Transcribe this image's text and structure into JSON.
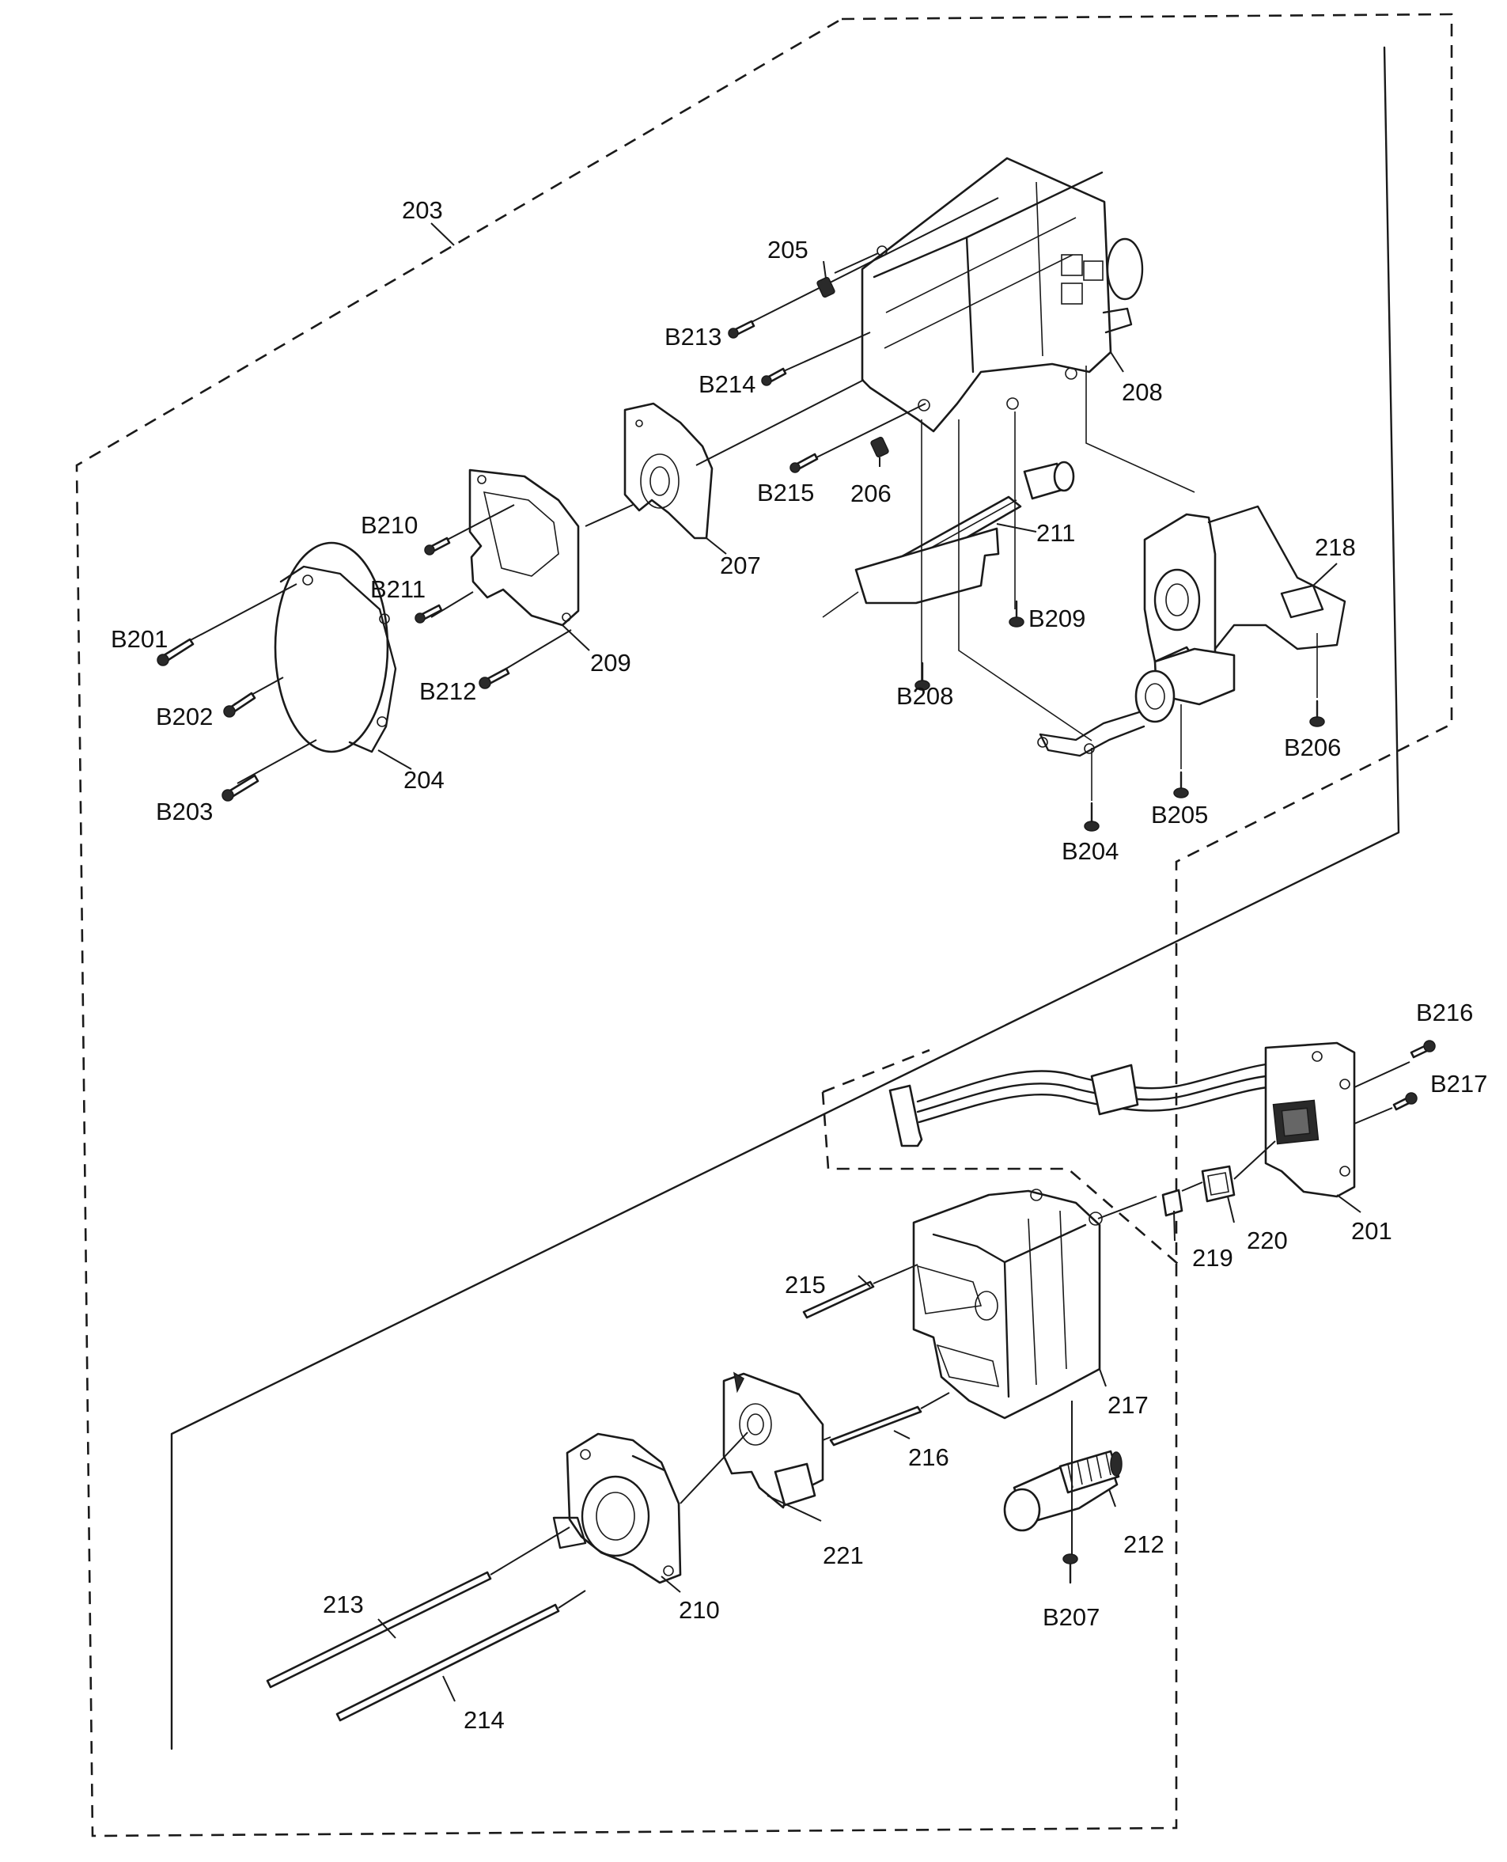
{
  "diagram": {
    "labels": {
      "p201": "201",
      "p203": "203",
      "p204": "204",
      "p205": "205",
      "p206": "206",
      "p207": "207",
      "p208": "208",
      "p209": "209",
      "p210": "210",
      "p211": "211",
      "p212": "212",
      "p213": "213",
      "p214": "214",
      "p215": "215",
      "p216": "216",
      "p217": "217",
      "p218": "218",
      "p219": "219",
      "p220": "220",
      "p221": "221",
      "b201": "B201",
      "b202": "B202",
      "b203": "B203",
      "b204": "B204",
      "b205": "B205",
      "b206": "B206",
      "b207": "B207",
      "b208": "B208",
      "b209": "B209",
      "b210": "B210",
      "b211": "B211",
      "b212": "B212",
      "b213": "B213",
      "b214": "B214",
      "b215": "B215",
      "b216": "B216",
      "b217": "B217"
    }
  }
}
